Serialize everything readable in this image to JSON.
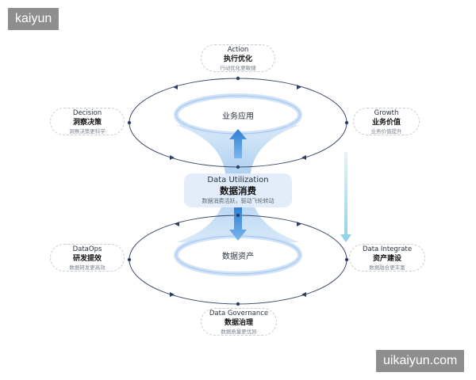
{
  "watermarks": {
    "top": "kaiyun",
    "bottom": "uikaiyun.com"
  },
  "top_ring": {
    "label": "业务应用"
  },
  "bottom_ring": {
    "label": "数据资产"
  },
  "center": {
    "en": "Data Utilization",
    "zh": "数据消费",
    "sub": "数据消费活跃，驱动飞轮转动"
  },
  "nodes": {
    "action": {
      "en": "Action",
      "zh": "执行优化",
      "sub": "行动优化更敏捷"
    },
    "decision": {
      "en": "Decision",
      "zh": "洞察决策",
      "sub": "洞察决策更科学"
    },
    "growth": {
      "en": "Growth",
      "zh": "业务价值",
      "sub": "业务价值提升"
    },
    "dataops": {
      "en": "DataOps",
      "zh": "研发提效",
      "sub": "数据研发更高效"
    },
    "integrate": {
      "en": "Data Integrate",
      "zh": "资产建设",
      "sub": "数据融合更丰富"
    },
    "governance": {
      "en": "Data Governance",
      "zh": "数据治理",
      "sub": "数据质量更优异"
    }
  },
  "colors": {
    "accent": "#5b9bd8",
    "ring": "#3a4a6a",
    "arrow_side": "#9fd3e8"
  }
}
